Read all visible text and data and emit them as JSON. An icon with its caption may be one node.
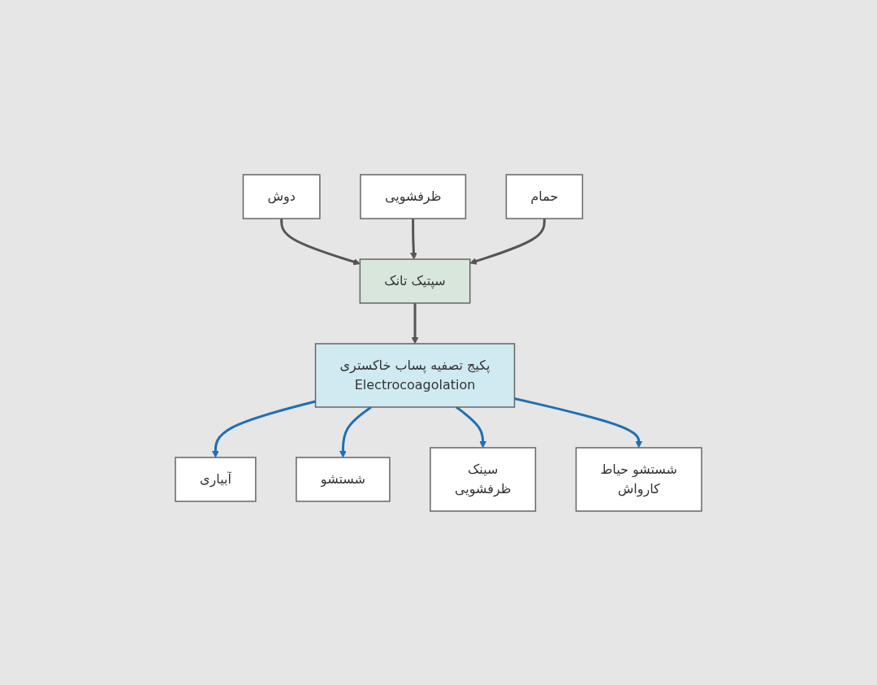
{
  "diagram": {
    "nodes": [
      {
        "text": [
          "دوش"
        ]
      },
      {
        "text": [
          "ظرفشویی"
        ]
      },
      {
        "text": [
          "حمام"
        ]
      },
      {
        "text": [
          "سپتیک تانک"
        ]
      },
      {
        "text": [
          "پکیج تصفیه پساب خاکستری",
          "Electrocoagolation"
        ]
      },
      {
        "text": [
          "شستشو حیاط",
          "کارواش"
        ]
      },
      {
        "text": [
          "سینک",
          "ظرفشویی"
        ]
      },
      {
        "text": [
          "شستشو"
        ]
      },
      {
        "text": [
          "آبیاری"
        ]
      }
    ],
    "edges": [
      {
        "from": 0,
        "to": 3,
        "arrow": "to",
        "color": "#555555"
      },
      {
        "from": 1,
        "to": 3,
        "arrow": "to",
        "color": "#555555"
      },
      {
        "from": 2,
        "to": 3,
        "arrow": "to",
        "color": "#555555"
      },
      {
        "from": 3,
        "to": 4,
        "arrow": "to",
        "color": "#555555"
      },
      {
        "from": 4,
        "to": 8,
        "arrow": "to",
        "color": "#1f6fb5"
      },
      {
        "from": 4,
        "to": 7,
        "arrow": "to",
        "color": "#1f6fb5"
      },
      {
        "from": 4,
        "to": 6,
        "arrow": "to",
        "color": "#1f6fb5"
      },
      {
        "from": 4,
        "to": 5,
        "arrow": "to",
        "color": "#1f6fb5"
      }
    ]
  }
}
